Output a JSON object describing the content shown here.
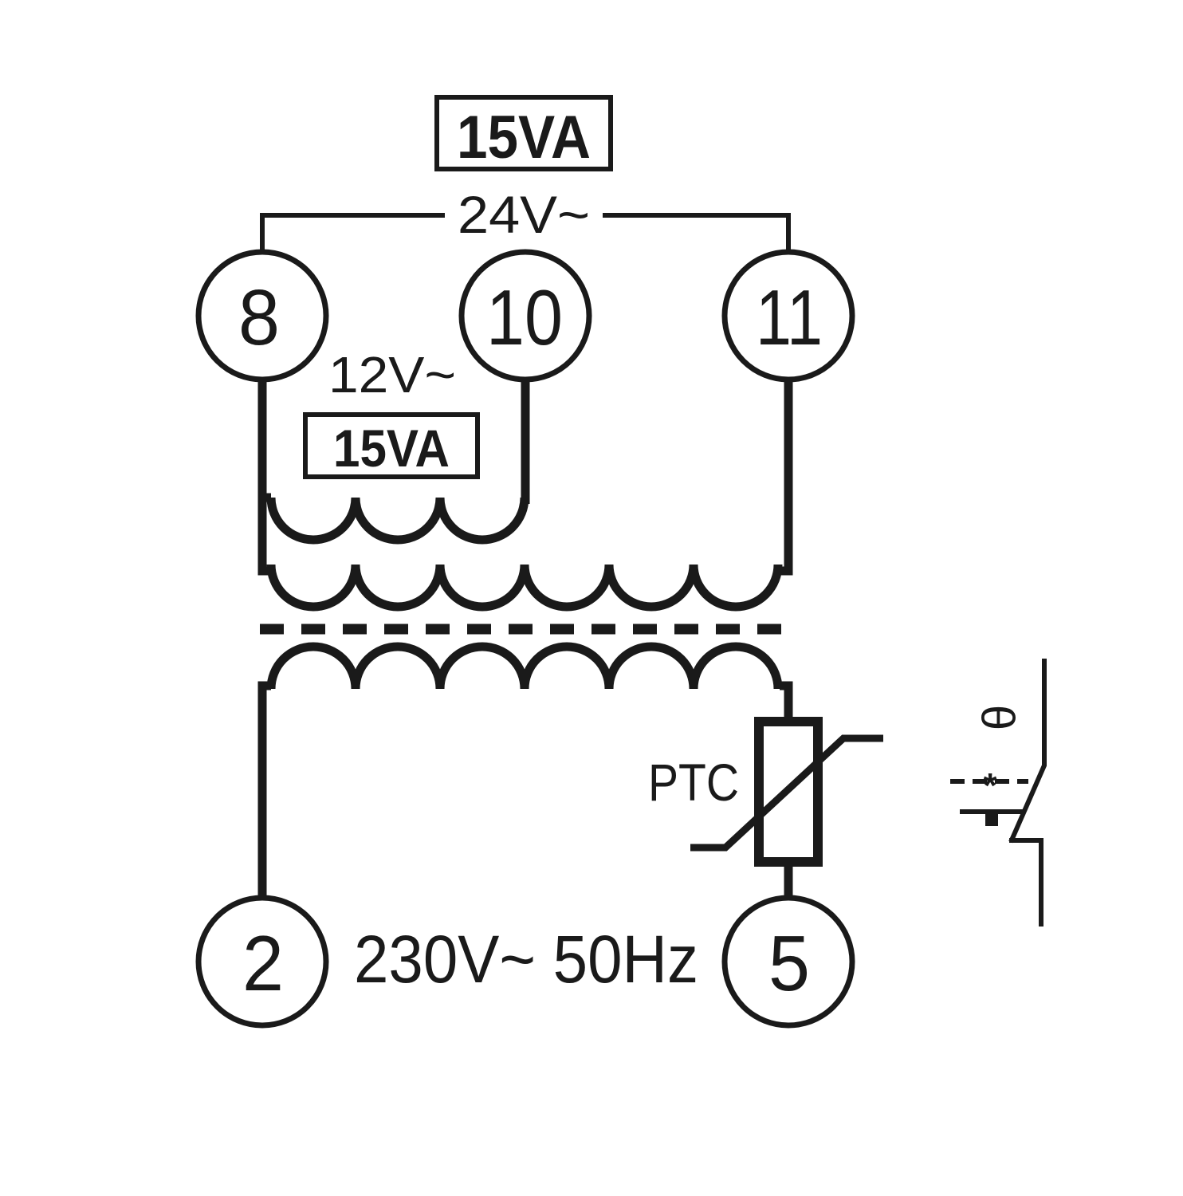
{
  "secondary": {
    "rating_24v_box": "15VA",
    "voltage_24v": "24V~",
    "voltage_12v": "12V~",
    "rating_12v_box": "15VA"
  },
  "terminals": {
    "t8": "8",
    "t10": "10",
    "t11": "11",
    "t2": "2",
    "t5": "5"
  },
  "primary": {
    "supply_label": "230V~ 50Hz"
  },
  "protection": {
    "ptc_label": "PTC",
    "thermal_symbol": "θ",
    "reset_mark": "*"
  },
  "colors": {
    "ink": "#1a1a1a",
    "background": "#ffffff"
  }
}
